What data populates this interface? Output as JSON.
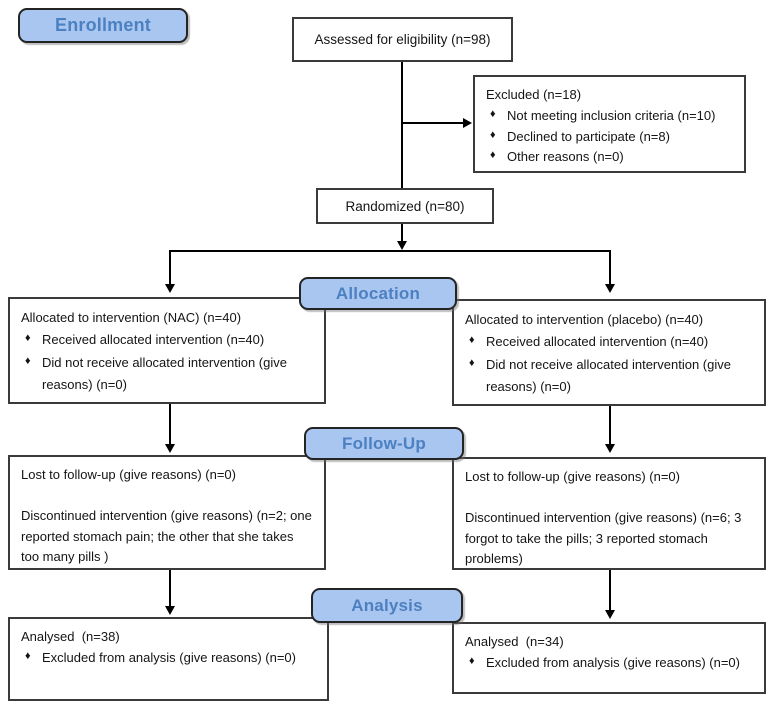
{
  "bullet_char": "♦",
  "colors": {
    "badge_fill": "#a9c6f1",
    "badge_border": "#242424",
    "badge_text": "#4d80c0",
    "box_border": "#3a3a3a",
    "line_color": "#000000"
  },
  "badges": {
    "enrollment": "Enrollment",
    "allocation": "Allocation",
    "followup": "Follow-Up",
    "analysis": "Analysis"
  },
  "boxes": {
    "assessed": {
      "text": "Assessed for eligibility (n=98)"
    },
    "excluded": {
      "title": "Excluded (n=18)",
      "bullets": [
        "Not meeting inclusion criteria (n=10)",
        "Declined to participate (n=8)",
        "Other reasons (n=0)"
      ]
    },
    "randomized": {
      "text": "Randomized (n=80)"
    },
    "alloc_left": {
      "title": "Allocated to intervention (NAC) (n=40)",
      "bullets": [
        "Received allocated intervention (n=40)",
        "Did not receive allocated intervention (give reasons) (n=0)"
      ]
    },
    "alloc_right": {
      "title": "Allocated to intervention (placebo) (n=40)",
      "bullets": [
        "Received allocated intervention (n=40)",
        "Did not receive allocated intervention (give reasons) (n=0)"
      ]
    },
    "followup_left": {
      "line1": "Lost to follow-up (give reasons) (n=0)",
      "line2": "Discontinued intervention (give reasons) (n=2; one reported stomach pain; the other that she takes too many pills )"
    },
    "followup_right": {
      "line1": "Lost to follow-up (give reasons) (n=0)",
      "line2": "Discontinued intervention (give reasons) (n=6; 3 forgot to take the pills; 3 reported stomach problems)"
    },
    "analysis_left": {
      "title": "Analysed  (n=38)",
      "bullets": [
        "Excluded from analysis (give reasons) (n=0)"
      ]
    },
    "analysis_right": {
      "title": "Analysed  (n=34)",
      "bullets": [
        "Excluded from analysis (give reasons) (n=0)"
      ]
    }
  }
}
